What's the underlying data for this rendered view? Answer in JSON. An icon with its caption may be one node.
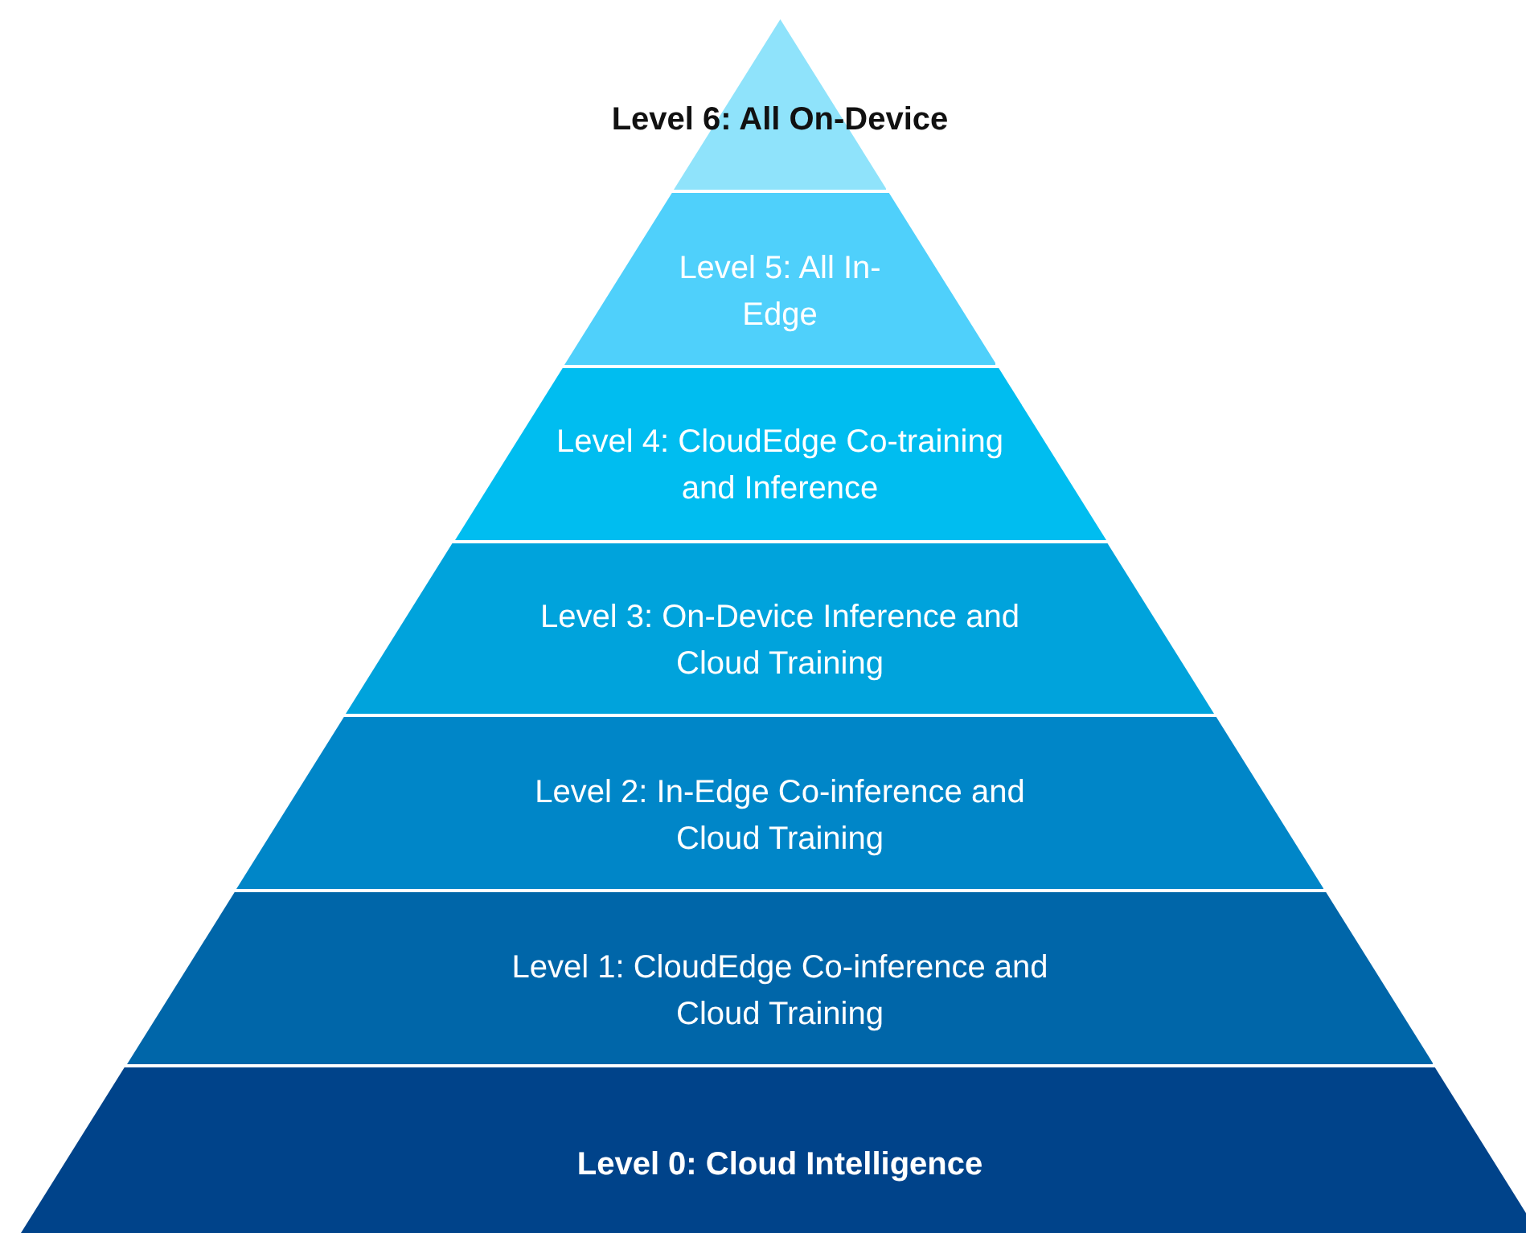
{
  "diagram": {
    "nodes": [
      {
        "text": [
          "Level 6: All On-Device"
        ]
      },
      {
        "text": [
          "Level 5: All In-Edge"
        ]
      },
      {
        "text": [
          "Level 4: CloudEdge Co-training and Inference"
        ]
      },
      {
        "text": [
          "Level 3: On-Device Inference and Cloud Training"
        ]
      },
      {
        "text": [
          "Level 2: In-Edge Co-inference and Cloud Training"
        ]
      },
      {
        "text": [
          "Level 1: CloudEdge Co-inference and Cloud Training"
        ]
      },
      {
        "text": [
          "Level 0: Cloud Intelligence"
        ]
      }
    ]
  }
}
